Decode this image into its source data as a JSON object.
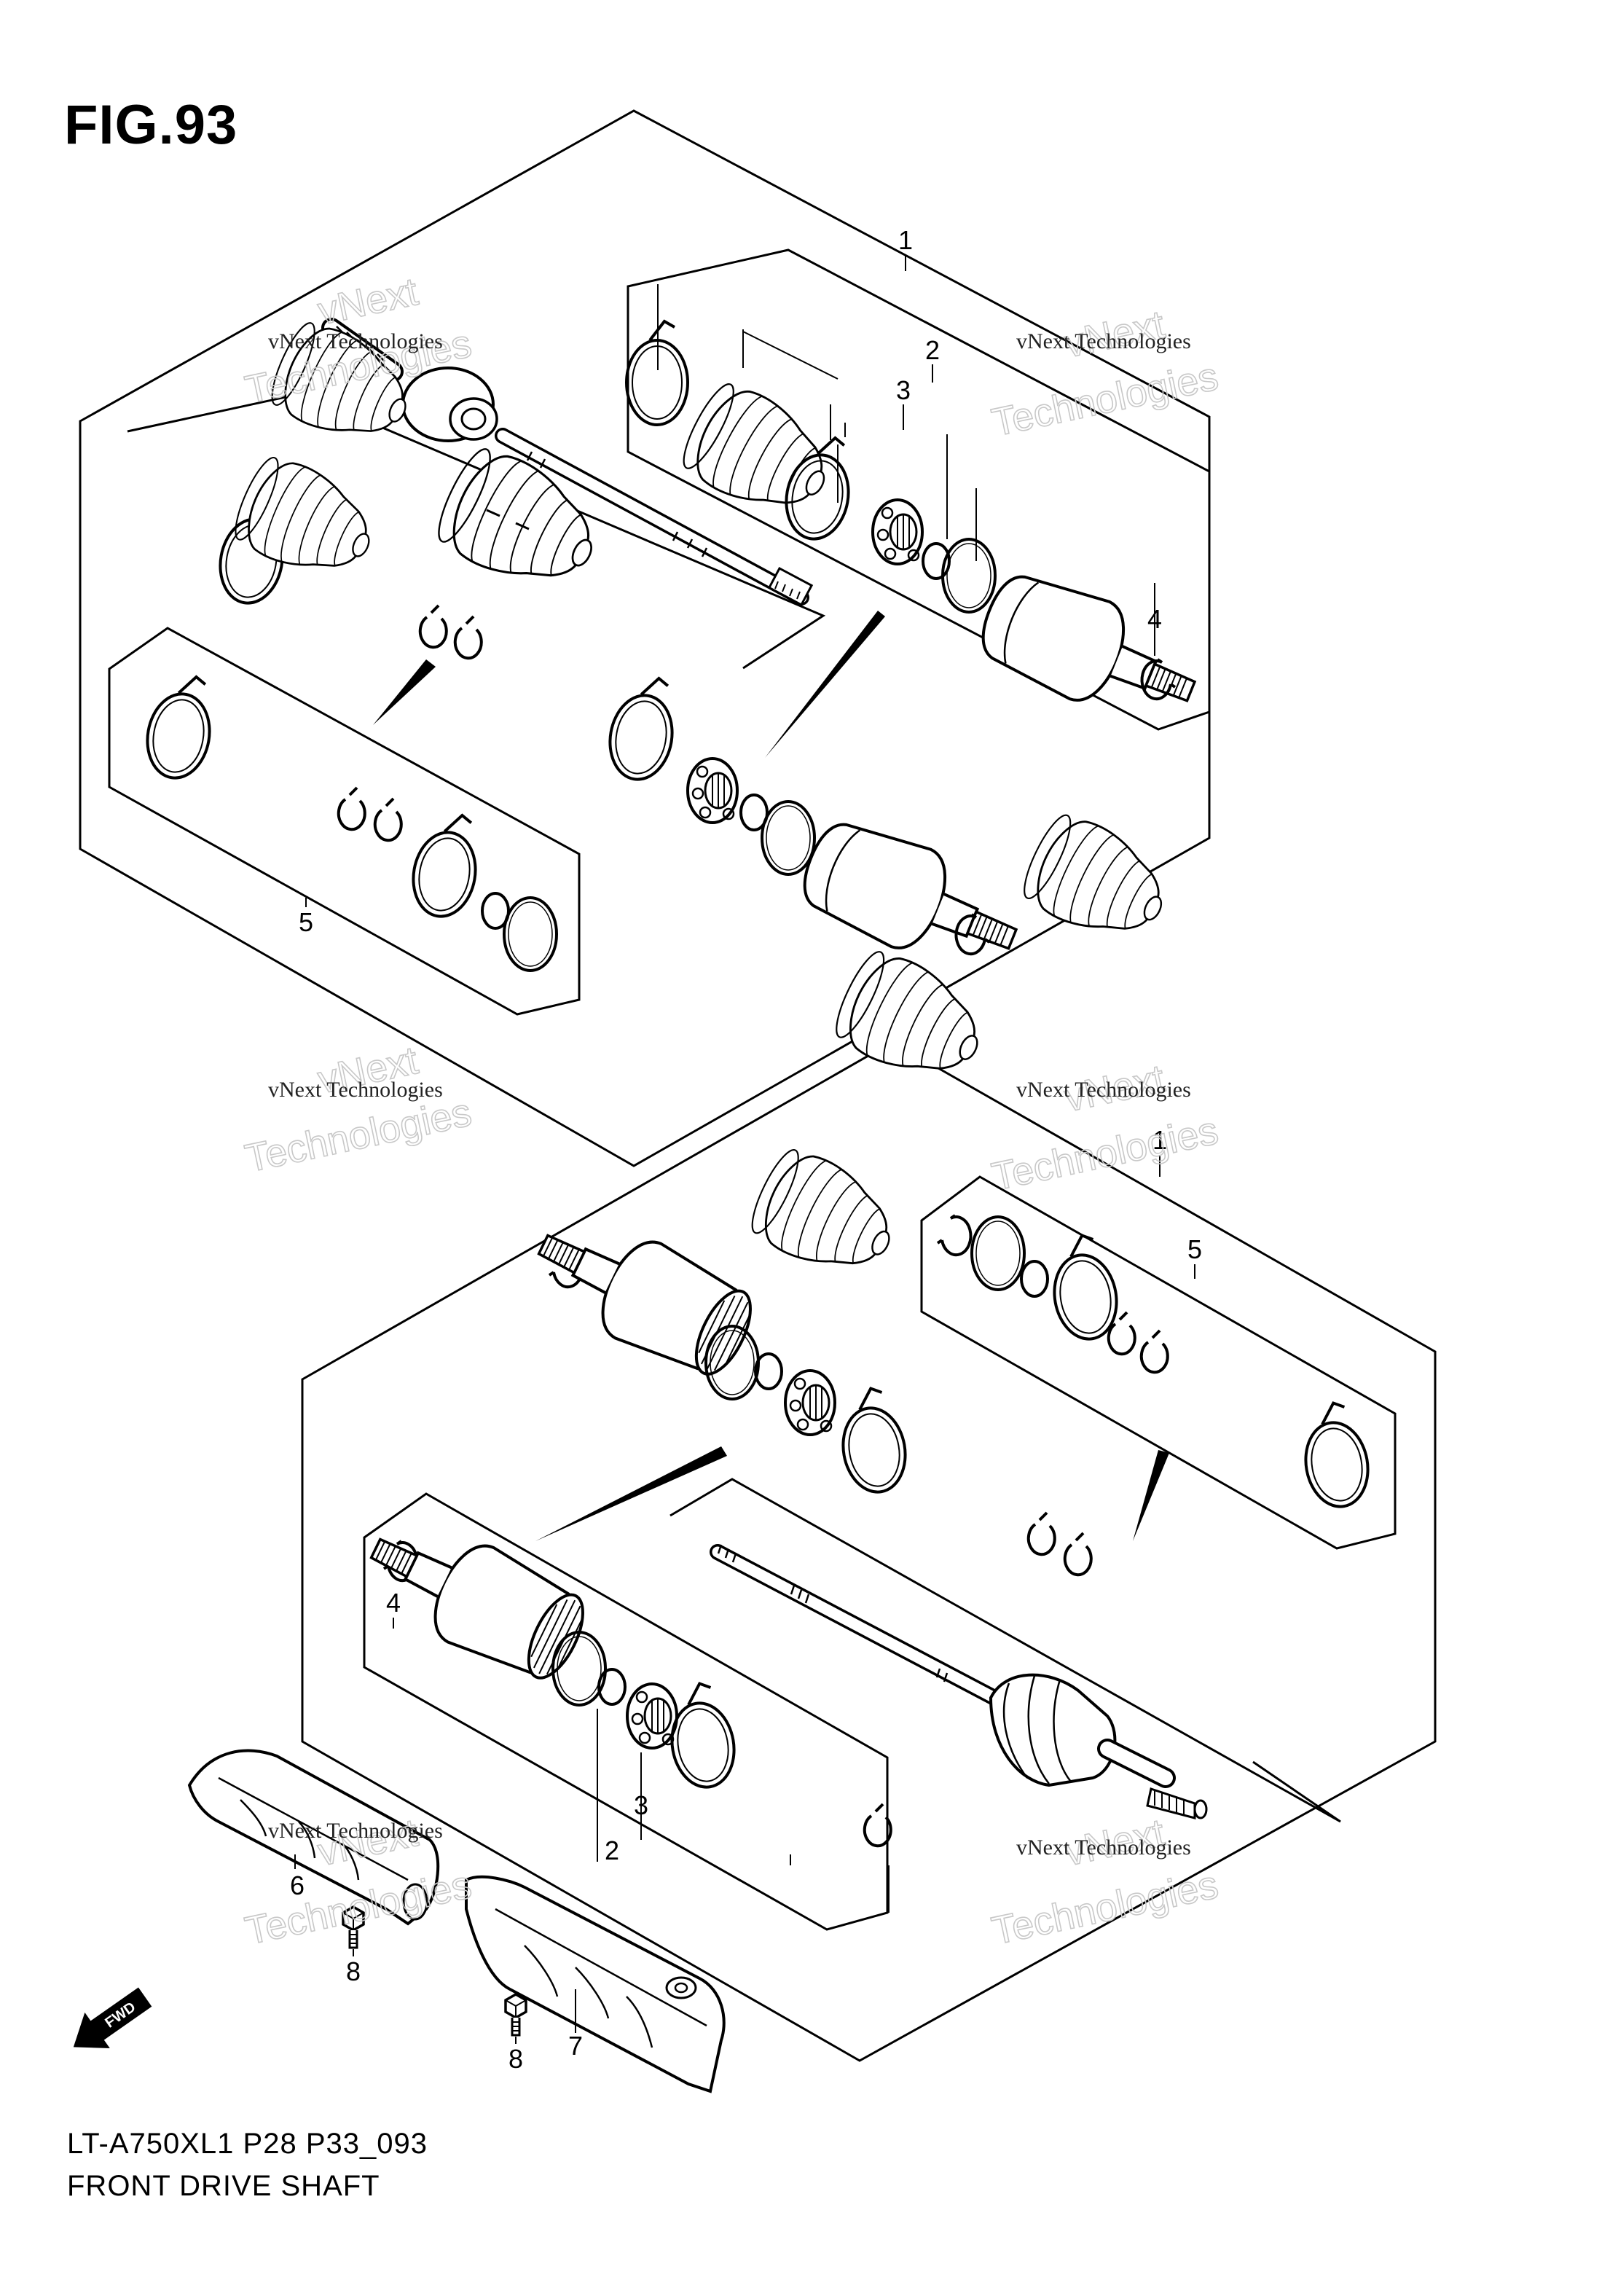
{
  "figure": {
    "title": "FIG.93",
    "model_code": "LT-A750XL1 P28 P33_093",
    "name": "FRONT DRIVE SHAFT"
  },
  "watermark": {
    "line1": "vNext Technologies",
    "line2a": "vNext",
    "line2b": "Technologies"
  },
  "direction": {
    "label": "FWD"
  },
  "callouts": {
    "top": [
      {
        "id": "c1",
        "label": "1"
      },
      {
        "id": "c2",
        "label": "2"
      },
      {
        "id": "c3",
        "label": "3"
      },
      {
        "id": "c4",
        "label": "4"
      },
      {
        "id": "c5",
        "label": "5"
      }
    ],
    "bottom": [
      {
        "id": "c1",
        "label": "1"
      },
      {
        "id": "c5",
        "label": "5"
      },
      {
        "id": "c4",
        "label": "4"
      },
      {
        "id": "c3",
        "label": "3"
      },
      {
        "id": "c2",
        "label": "2"
      },
      {
        "id": "c6",
        "label": "6"
      },
      {
        "id": "c8a",
        "label": "8"
      },
      {
        "id": "c8b",
        "label": "8"
      },
      {
        "id": "c7",
        "label": "7"
      }
    ]
  }
}
